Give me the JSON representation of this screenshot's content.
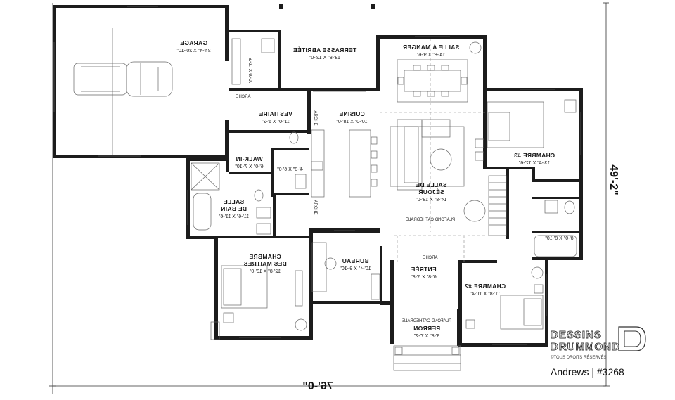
{
  "rooms": {
    "garage": {
      "name": "GARAGE",
      "dims": "24'-4\" X 20'-10\""
    },
    "terrasse": {
      "name": "TERRASSE ABRITÉE",
      "dims": "13'-8\" X 12'-0\""
    },
    "salle_manger": {
      "name": "SALLE À MANGER",
      "dims": "14'-8\" X 9'-6\""
    },
    "vestiaire": {
      "name": "VESTIAIRE",
      "dims": "11'-0\" X 5'-3\""
    },
    "cuisine": {
      "name": "CUISINE",
      "dims": "10'-0\" X 18'-0\""
    },
    "chambre3": {
      "name": "CHAMBRE #3",
      "dims": "13'-4\" X 12'-6\""
    },
    "walkin": {
      "name": "WALK-IN",
      "dims": "6'-0\" X 7'-10\""
    },
    "salle_sejour": {
      "name": "SALLE DE",
      "name2": "SÉJOUR",
      "dims": "14'-8\" X 18'-0\""
    },
    "salle_bain": {
      "name": "SALLE",
      "name2": "DE BAIN",
      "dims": "11'-6\" X 11'-6\""
    },
    "wc": {
      "dims": "4'-8\" X 6'-0\""
    },
    "bain2": {
      "dims": "8'-0\" X 8'-10\""
    },
    "chambre_maitres": {
      "name": "CHAMBRE",
      "name2": "DES MAITRES",
      "dims": "12'-8\" X 13'-0\""
    },
    "bureau": {
      "name": "BUREAU",
      "dims": "10'-4\" X 9'-10\""
    },
    "entree": {
      "name": "ENTRÉE",
      "dims": "6'-8\" X 5'-8\""
    },
    "chambre2": {
      "name": "CHAMBRE #2",
      "dims": "11'-8\" X 11'-4\""
    },
    "perron": {
      "name": "PERRON",
      "dims": "9'-8\" X 7'-2\""
    },
    "rangement": {
      "dims": "8'-7\" X 6'-0\""
    }
  },
  "labels": {
    "arche": "ARCHE",
    "plafond_cathedrale": "PLAFOND CATHÉDRALE"
  },
  "overall": {
    "width": "76'-0\"",
    "depth": "49'-2\""
  },
  "brand": {
    "line1": "DESSINS",
    "line2": "DRUMMOND",
    "rights": "©TOUS DROITS RÉSERVÉS",
    "caption": "Andrews | #3268"
  }
}
